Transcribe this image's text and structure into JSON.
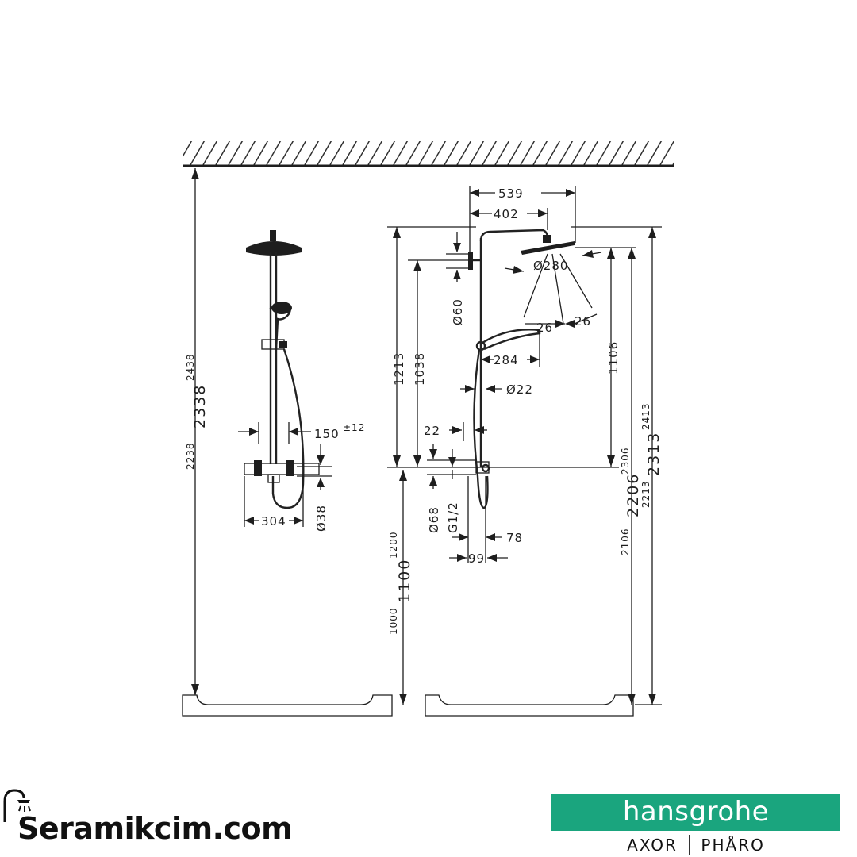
{
  "dimensions": {
    "d2438": "2438",
    "d2338": "2338",
    "d2238": "2238",
    "d150": "150",
    "d150_tol": "±12",
    "d304": "304",
    "d38": "Ø38",
    "d539": "539",
    "d402": "402",
    "d280": "Ø280",
    "d60": "Ø60",
    "d26a": "26",
    "d26b": "26",
    "d284": "284",
    "d22dia": "Ø22",
    "d22": "22",
    "d1213": "1213",
    "d1038": "1038",
    "d1106": "1106",
    "d68": "Ø68",
    "dg12": "G1/2",
    "d78": "78",
    "d99": "99",
    "d1200": "1200",
    "d1100": "1100",
    "d1000": "1000",
    "d2306": "2306",
    "d2206": "2206",
    "d2106": "2106",
    "d2413": "2413",
    "d2313": "2313",
    "d2213": "2213"
  },
  "branding": {
    "site": "Seramikcim.com",
    "manufacturer": "hansgrohe",
    "brand_a": "AXOR",
    "brand_b": "PHÅRO",
    "accent": "#1aa57e"
  },
  "icons": {
    "shower": "shower-icon"
  }
}
